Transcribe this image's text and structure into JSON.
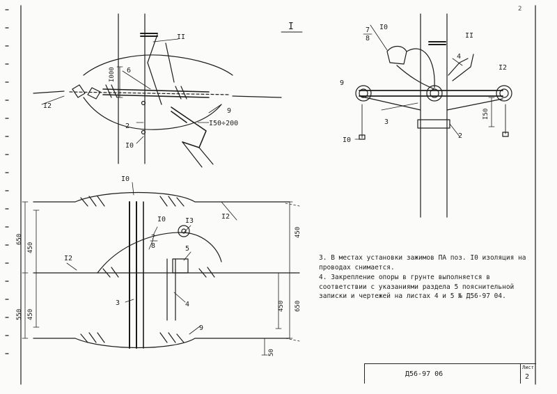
{
  "views": {
    "top_left": {
      "title": "I",
      "section_mark": "II",
      "dim_height": "I000",
      "dim_offset": "I50÷200",
      "callouts": {
        "p6": "6",
        "p12": "I2",
        "p2": "2",
        "p10": "I0",
        "p9": "9"
      }
    },
    "top_right": {
      "section_mark": "II",
      "dim_height": "I50",
      "callouts": {
        "p7": "7",
        "p8": "8",
        "p10_top": "I0",
        "p4": "4",
        "p9": "9",
        "p12": "I2",
        "p3": "3",
        "p2": "2",
        "p10_bottom": "I0"
      }
    },
    "plan": {
      "dims_left": {
        "d650": "650",
        "d450_top": "450",
        "d550": "550",
        "d450_bottom": "450"
      },
      "dims_right": {
        "d450_top": "450",
        "d450_bottom": "450",
        "d650": "650",
        "d50": "50"
      },
      "callouts": {
        "p10_top": "I0",
        "p12_top": "I2",
        "p10_mid": "I0",
        "p13": "I3",
        "p7": "7",
        "p8": "8",
        "p5": "5",
        "p12_left": "I2",
        "p3": "3",
        "p4": "4",
        "p9": "9"
      }
    }
  },
  "notes": [
    {
      "number": "3.",
      "text": "В местах установки зажимов ПА поз. I0 изоляция на проводах снимается."
    },
    {
      "number": "4.",
      "text": "Закрепление опоры в грунте выполняется в соответствии с указаниями раздела 5 пояснительной записки и чертежей на листах 4 и 5 № Д56-97 04."
    }
  ],
  "title_block": {
    "code": "Д56-97 06",
    "sheet_label": "Лист",
    "sheet_number": "2"
  },
  "corner_mark": "2",
  "colors": {
    "ink": "#1c1c1c",
    "paper": "#fbfbf9"
  }
}
